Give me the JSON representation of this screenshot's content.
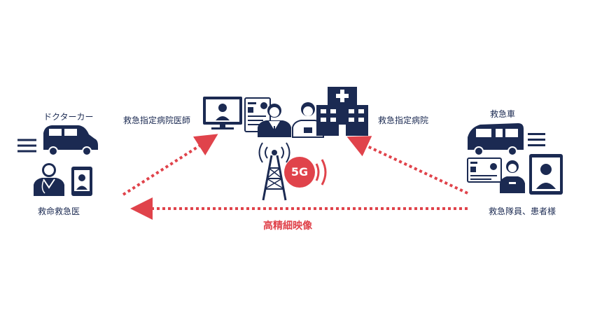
{
  "labels": {
    "doctor_car": "ドクターカー",
    "doctor_car_physician": "救命救急医",
    "hospital_doctor": "救急指定病院医師",
    "hospital": "救急指定病院",
    "ambulance": "救急車",
    "ambulance_crew": "救急隊員、患者様"
  },
  "center": {
    "badge": "5G",
    "caption": "高精細映像"
  },
  "colors": {
    "navy": "#1b2a52",
    "red": "#e0434b"
  },
  "icons": [
    "doctor-car-icon",
    "physician-icon",
    "tablet-icon",
    "monitor-icon",
    "dashboard-icon",
    "doctor-icon",
    "nurse-icon",
    "hospital-icon",
    "antenna-icon",
    "signal-wave-icon",
    "ambulance-icon",
    "crew-icon",
    "patient-tablet-icon"
  ]
}
